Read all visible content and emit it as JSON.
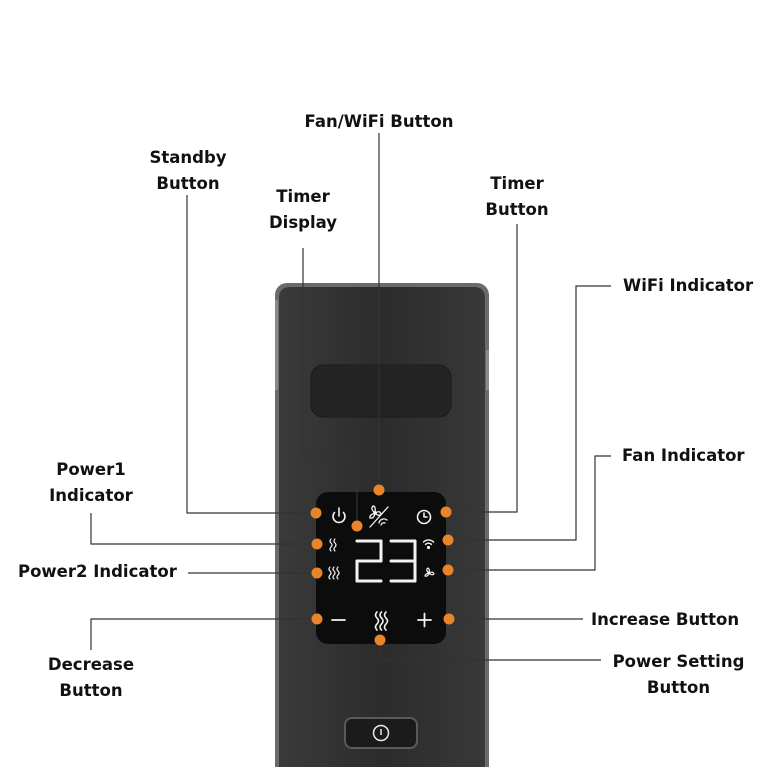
{
  "labels": {
    "fan_wifi_button": "Fan/WiFi Button",
    "standby_button": "Standby\nButton",
    "timer_display": "Timer\nDisplay",
    "timer_button": "Timer\nButton",
    "wifi_indicator": "WiFi Indicator",
    "fan_indicator": "Fan Indicator",
    "power1_indicator": "Power1\nIndicator",
    "power2_indicator": "Power2 Indicator",
    "increase_button": "Increase Button",
    "decrease_button": "Decrease\nButton",
    "power_setting_button": "Power Setting\nButton"
  },
  "display": {
    "digits": "23"
  },
  "icons": {
    "standby": "power-icon",
    "fan_wifi": "fan-wifi-icon",
    "timer": "clock-icon",
    "wifi": "wifi-icon",
    "fan": "fan-icon",
    "power1": "heat-waves-2-icon",
    "power2": "heat-waves-3-icon",
    "decrease": "minus-icon",
    "increase": "plus-icon",
    "power_setting": "heat-waves-icon",
    "bottom_power": "power-circle-icon"
  },
  "colors": {
    "marker": "#E8842A",
    "leader_line": "#333333",
    "device_body": "#2B2B2B",
    "control_panel": "#0C0C0C",
    "panel_glyph": "#F2F2F2"
  }
}
